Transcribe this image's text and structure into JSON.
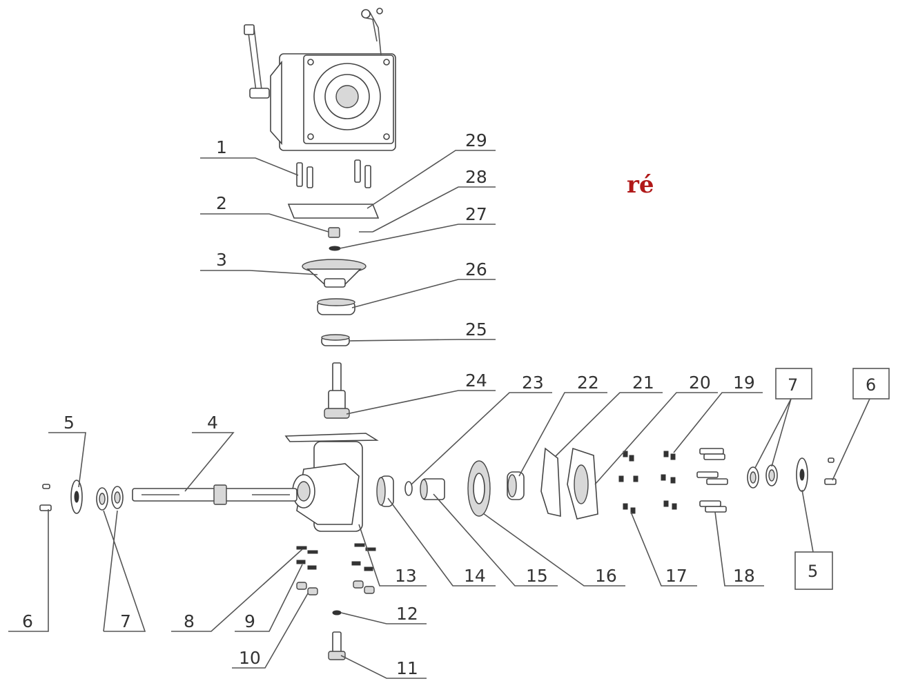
{
  "page_label": "ré",
  "part_numbers": {
    "n1": "1",
    "n2": "2",
    "n3": "3",
    "n4": "4",
    "n5": "5",
    "n6": "6",
    "n7": "7",
    "n8": "8",
    "n9": "9",
    "n10": "10",
    "n11": "11",
    "n12": "12",
    "n13": "13",
    "n14": "14",
    "n15": "15",
    "n16": "16",
    "n17": "17",
    "n18": "18",
    "n19": "19",
    "n20": "20",
    "n21": "21",
    "n22": "22",
    "n23": "23",
    "n24": "24",
    "n25": "25",
    "n26": "26",
    "n27": "27",
    "n28": "28",
    "n29": "29"
  },
  "boxed_labels": {
    "box7": "7",
    "box6": "6",
    "box5": "5"
  }
}
